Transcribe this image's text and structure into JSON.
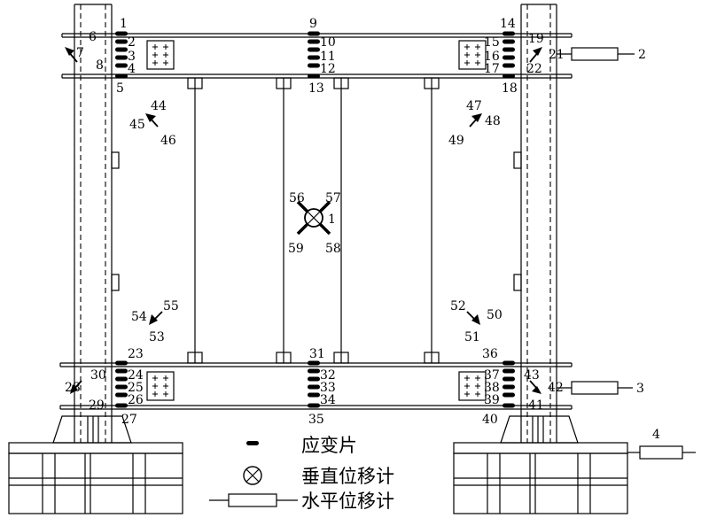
{
  "gauge_labels": {
    "g1": "1",
    "g2": "2",
    "g3": "3",
    "g4": "4",
    "g5": "5",
    "g6": "6",
    "g7": "7",
    "g8": "8",
    "g9": "9",
    "g10": "10",
    "g11": "11",
    "g12": "12",
    "g13": "13",
    "g14": "14",
    "g15": "15",
    "g16": "16",
    "g17": "17",
    "g18": "18",
    "g19": "19",
    "g21": "21",
    "g22": "22",
    "g23": "23",
    "g24": "24",
    "g25": "25",
    "g26": "26",
    "g27": "27",
    "g28": "28",
    "g29": "29",
    "g30": "30",
    "g31": "31",
    "g32": "32",
    "g33": "33",
    "g34": "34",
    "g35": "35",
    "g36": "36",
    "g37": "37",
    "g38": "38",
    "g39": "39",
    "g40": "40",
    "g41": "41",
    "g42": "42",
    "g43": "43",
    "g44": "44",
    "g45": "45",
    "g46": "46",
    "g47": "47",
    "g48": "48",
    "g49": "49",
    "g50": "50",
    "g51": "51",
    "g52": "52",
    "g53": "53",
    "g54": "54",
    "g55": "55",
    "g56": "56",
    "g57": "57",
    "g58": "58",
    "g59": "59",
    "g1b": "1"
  },
  "lvdt_labels": {
    "d2": "2",
    "d3": "3",
    "d4": "4"
  },
  "legend": {
    "strain_gauge": "应变片",
    "vertical_displacement": "垂直位移计",
    "horizontal_displacement": "水平位移计"
  }
}
